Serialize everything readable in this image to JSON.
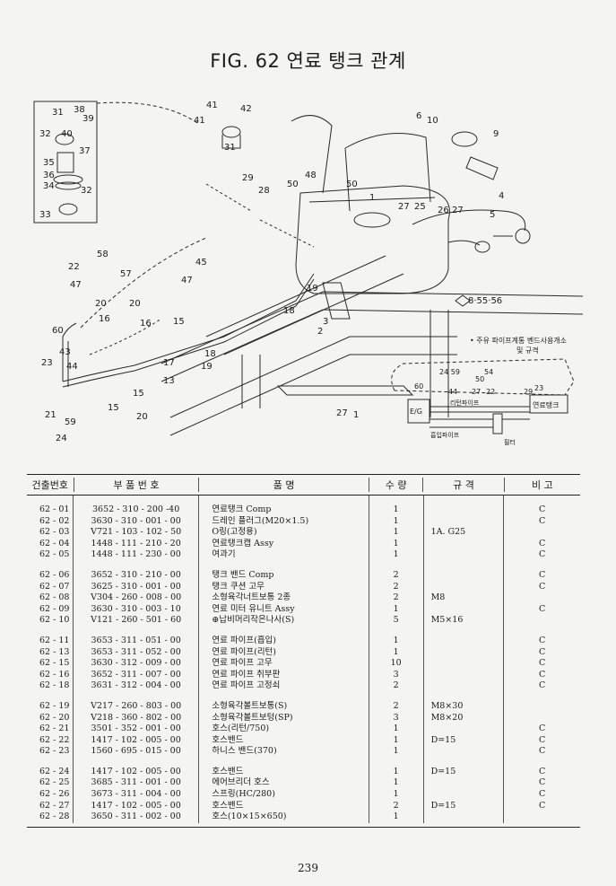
{
  "title": "FIG. 62 연료 탱크 관계",
  "diagram": {
    "callouts": [
      "31",
      "38",
      "39",
      "32",
      "40",
      "37",
      "35",
      "36",
      "34",
      "32",
      "33",
      "41",
      "42",
      "41",
      "31",
      "6",
      "10",
      "9",
      "29",
      "28",
      "50",
      "48",
      "50",
      "1",
      "27",
      "25",
      "26",
      "27",
      "4",
      "5",
      "8·55·56",
      "58",
      "22",
      "57",
      "47",
      "45",
      "47",
      "19",
      "18",
      "3",
      "2",
      "20",
      "20",
      "16",
      "16",
      "15",
      "60",
      "43",
      "23",
      "44",
      "18",
      "19",
      "17",
      "13",
      "15",
      "15",
      "20",
      "21",
      "59",
      "24",
      "27",
      "1",
      "24 59",
      "60",
      "44",
      "54",
      "50",
      "27",
      "22",
      "29",
      "23"
    ],
    "schematic": {
      "eg_label": "E/G",
      "tank_label": "연료탱크",
      "return_label": "리턴파이프",
      "suction_label": "흡입파이프",
      "filter_label": "필터"
    },
    "note_line1": "• 주유 파이프계통 벤드사용개소",
    "note_line2": "및 규격"
  },
  "table": {
    "headers": {
      "no": "건출번호",
      "part_no": "부  품  번  호",
      "name": "품          명",
      "qty": "수  량",
      "spec": "규     격",
      "remark": "비  고"
    },
    "groups": [
      [
        {
          "no": "62 - 01",
          "part": "3652 - 310 - 200  -40",
          "name": "연료탱크 Comp",
          "qty": "1",
          "spec": "",
          "remark": "C"
        },
        {
          "no": "62 - 02",
          "part": "3630 - 310 - 001 - 00",
          "name": "드레인 플러그(M20×1.5)",
          "qty": "1",
          "spec": "",
          "remark": "C"
        },
        {
          "no": "62 - 03",
          "part": "V721 - 103 - 102 - 50",
          "name": "O링(고정용)",
          "qty": "1",
          "spec": "1A. G25",
          "remark": ""
        },
        {
          "no": "62 - 04",
          "part": "1448 - 111 - 210 - 20",
          "name": "연료탱크캡 Assy",
          "qty": "1",
          "spec": "",
          "remark": "C"
        },
        {
          "no": "62 - 05",
          "part": "1448 - 111 - 230 - 00",
          "name": "여과기",
          "qty": "1",
          "spec": "",
          "remark": "C"
        }
      ],
      [
        {
          "no": "62 - 06",
          "part": "3652 - 310 - 210 - 00",
          "name": "탱크 밴드 Comp",
          "qty": "2",
          "spec": "",
          "remark": "C"
        },
        {
          "no": "62 - 07",
          "part": "3625 - 310 - 001 - 00",
          "name": "탱크 쿠션 고무",
          "qty": "2",
          "spec": "",
          "remark": "C"
        },
        {
          "no": "62 - 08",
          "part": "V304 - 260 - 008 - 00",
          "name": "소형육각너트보통 2종",
          "qty": "2",
          "spec": "M8",
          "remark": ""
        },
        {
          "no": "62 - 09",
          "part": "3630 - 310 - 003 - 10",
          "name": "연료 미터 유니트 Assy",
          "qty": "1",
          "spec": "",
          "remark": "C"
        },
        {
          "no": "62 - 10",
          "part": "V121 - 260 - 501 - 60",
          "name": "⊕납비머리작은나사(S)",
          "qty": "5",
          "spec": "M5×16",
          "remark": ""
        }
      ],
      [
        {
          "no": "62 - 11",
          "part": "3653 - 311 - 051 - 00",
          "name": "연료 파이프(흡입)",
          "qty": "1",
          "spec": "",
          "remark": "C"
        },
        {
          "no": "62 - 13",
          "part": "3653 - 311 - 052 - 00",
          "name": "연료 파이프(리턴)",
          "qty": "1",
          "spec": "",
          "remark": "C"
        },
        {
          "no": "62 - 15",
          "part": "3630 - 312 - 009 - 00",
          "name": "연료 파이프 고무",
          "qty": "10",
          "spec": "",
          "remark": "C"
        },
        {
          "no": "62 - 16",
          "part": "3652 - 311 - 007 - 00",
          "name": "연료 파이프 취부판",
          "qty": "3",
          "spec": "",
          "remark": "C"
        },
        {
          "no": "62 - 18",
          "part": "3631 - 312 - 004 - 00",
          "name": "연료 파이프 고정쇠",
          "qty": "2",
          "spec": "",
          "remark": "C"
        }
      ],
      [
        {
          "no": "62 - 19",
          "part": "V217 - 260 - 803 - 00",
          "name": "소형육각볼트보통(S)",
          "qty": "2",
          "spec": "M8×30",
          "remark": ""
        },
        {
          "no": "62 - 20",
          "part": "V218 - 360 - 802 - 00",
          "name": "소형육각볼트보텅(SP)",
          "qty": "3",
          "spec": "M8×20",
          "remark": ""
        },
        {
          "no": "62 - 21",
          "part": "3501 - 352 - 001 - 00",
          "name": "호스(리턴/750)",
          "qty": "1",
          "spec": "",
          "remark": "C"
        },
        {
          "no": "62 - 22",
          "part": "1417 - 102 - 005 - 00",
          "name": "호스밴드",
          "qty": "1",
          "spec": "D=15",
          "remark": "C"
        },
        {
          "no": "62 - 23",
          "part": "1560 - 695 - 015 - 00",
          "name": "하니스 밴드(370)",
          "qty": "1",
          "spec": "",
          "remark": "C"
        }
      ],
      [
        {
          "no": "62 - 24",
          "part": "1417 - 102 - 005 - 00",
          "name": "호스밴드",
          "qty": "1",
          "spec": "D=15",
          "remark": "C"
        },
        {
          "no": "62 - 25",
          "part": "3685 - 311 - 001 - 00",
          "name": "에어브리더 호스",
          "qty": "1",
          "spec": "",
          "remark": "C"
        },
        {
          "no": "62 - 26",
          "part": "3673 - 311 - 004 - 00",
          "name": "스프링(HC/280)",
          "qty": "1",
          "spec": "",
          "remark": "C"
        },
        {
          "no": "62 - 27",
          "part": "1417 - 102 - 005 - 00",
          "name": "호스밴드",
          "qty": "2",
          "spec": "D=15",
          "remark": "C"
        },
        {
          "no": "62 - 28",
          "part": "3650 - 311 - 002 - 00",
          "name": "호스(10×15×650)",
          "qty": "1",
          "spec": "",
          "remark": ""
        }
      ]
    ]
  },
  "page_number": "239"
}
